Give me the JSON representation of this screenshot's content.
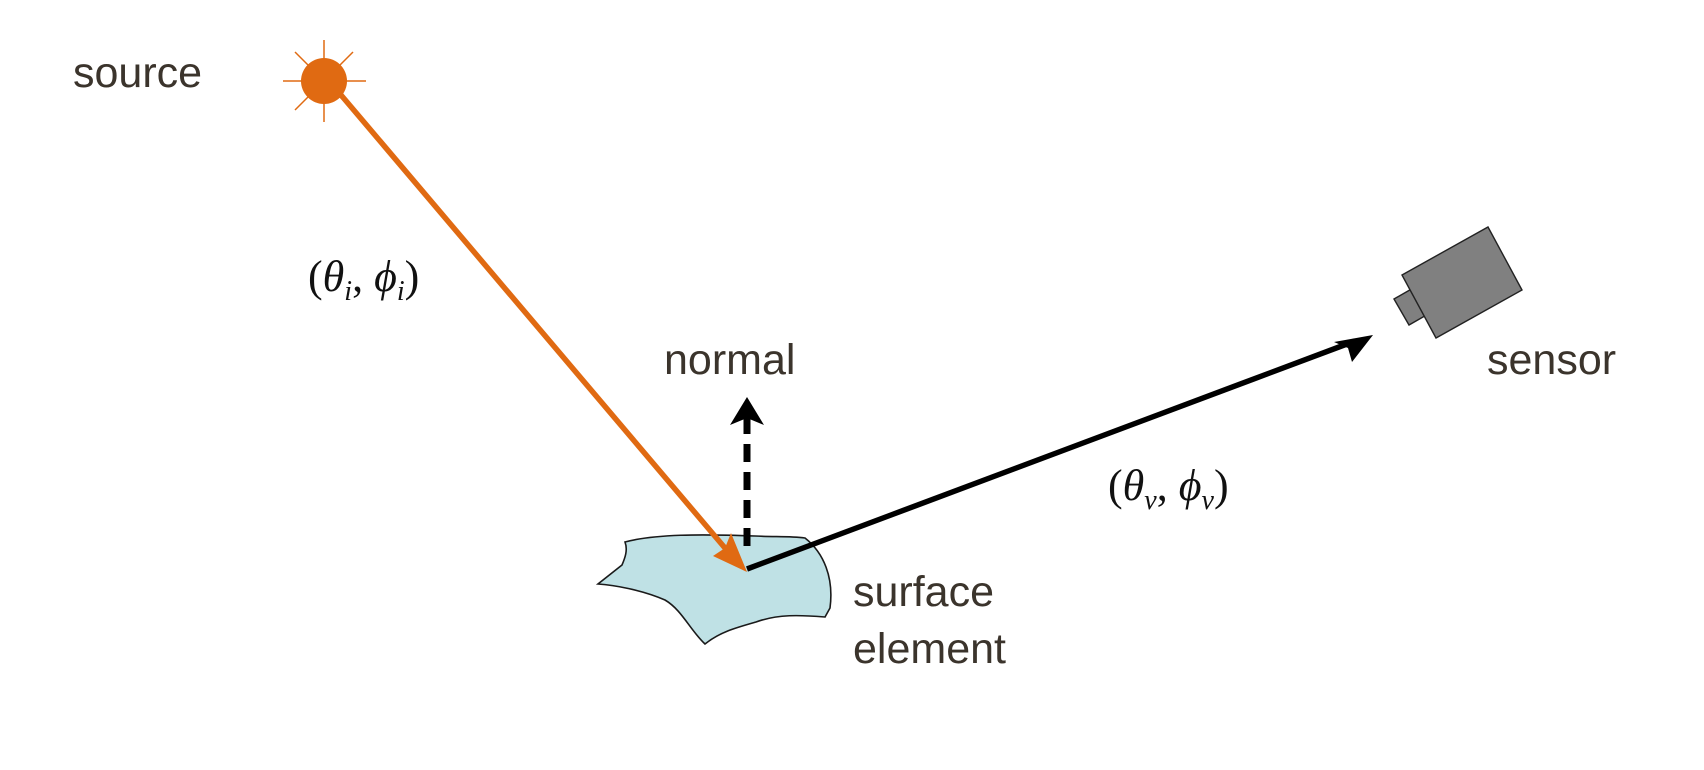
{
  "labels": {
    "source": "source",
    "normal": "normal",
    "sensor": "sensor",
    "surface_line1": "surface",
    "surface_line2": "element"
  },
  "incident_angle": {
    "open": "(",
    "theta": "θ",
    "theta_sub": "i",
    "comma": ", ",
    "phi": "ϕ",
    "phi_sub": "i",
    "close": ")"
  },
  "view_angle": {
    "open": "(",
    "theta": "θ",
    "theta_sub": "v",
    "comma": ", ",
    "phi": "ϕ",
    "phi_sub": "v",
    "close": ")"
  },
  "icons": {
    "source": "sun-icon",
    "sensor": "camera-icon"
  },
  "colors": {
    "incident_ray": "#e06a12",
    "source_fill": "#e06a12",
    "reflected_ray": "#000000",
    "normal": "#000000",
    "surface_fill": "#bfe1e5",
    "surface_stroke": "#1a1a1a",
    "sensor_body": "#808080",
    "sensor_stroke": "#222222",
    "label_text": "#3b342c"
  }
}
